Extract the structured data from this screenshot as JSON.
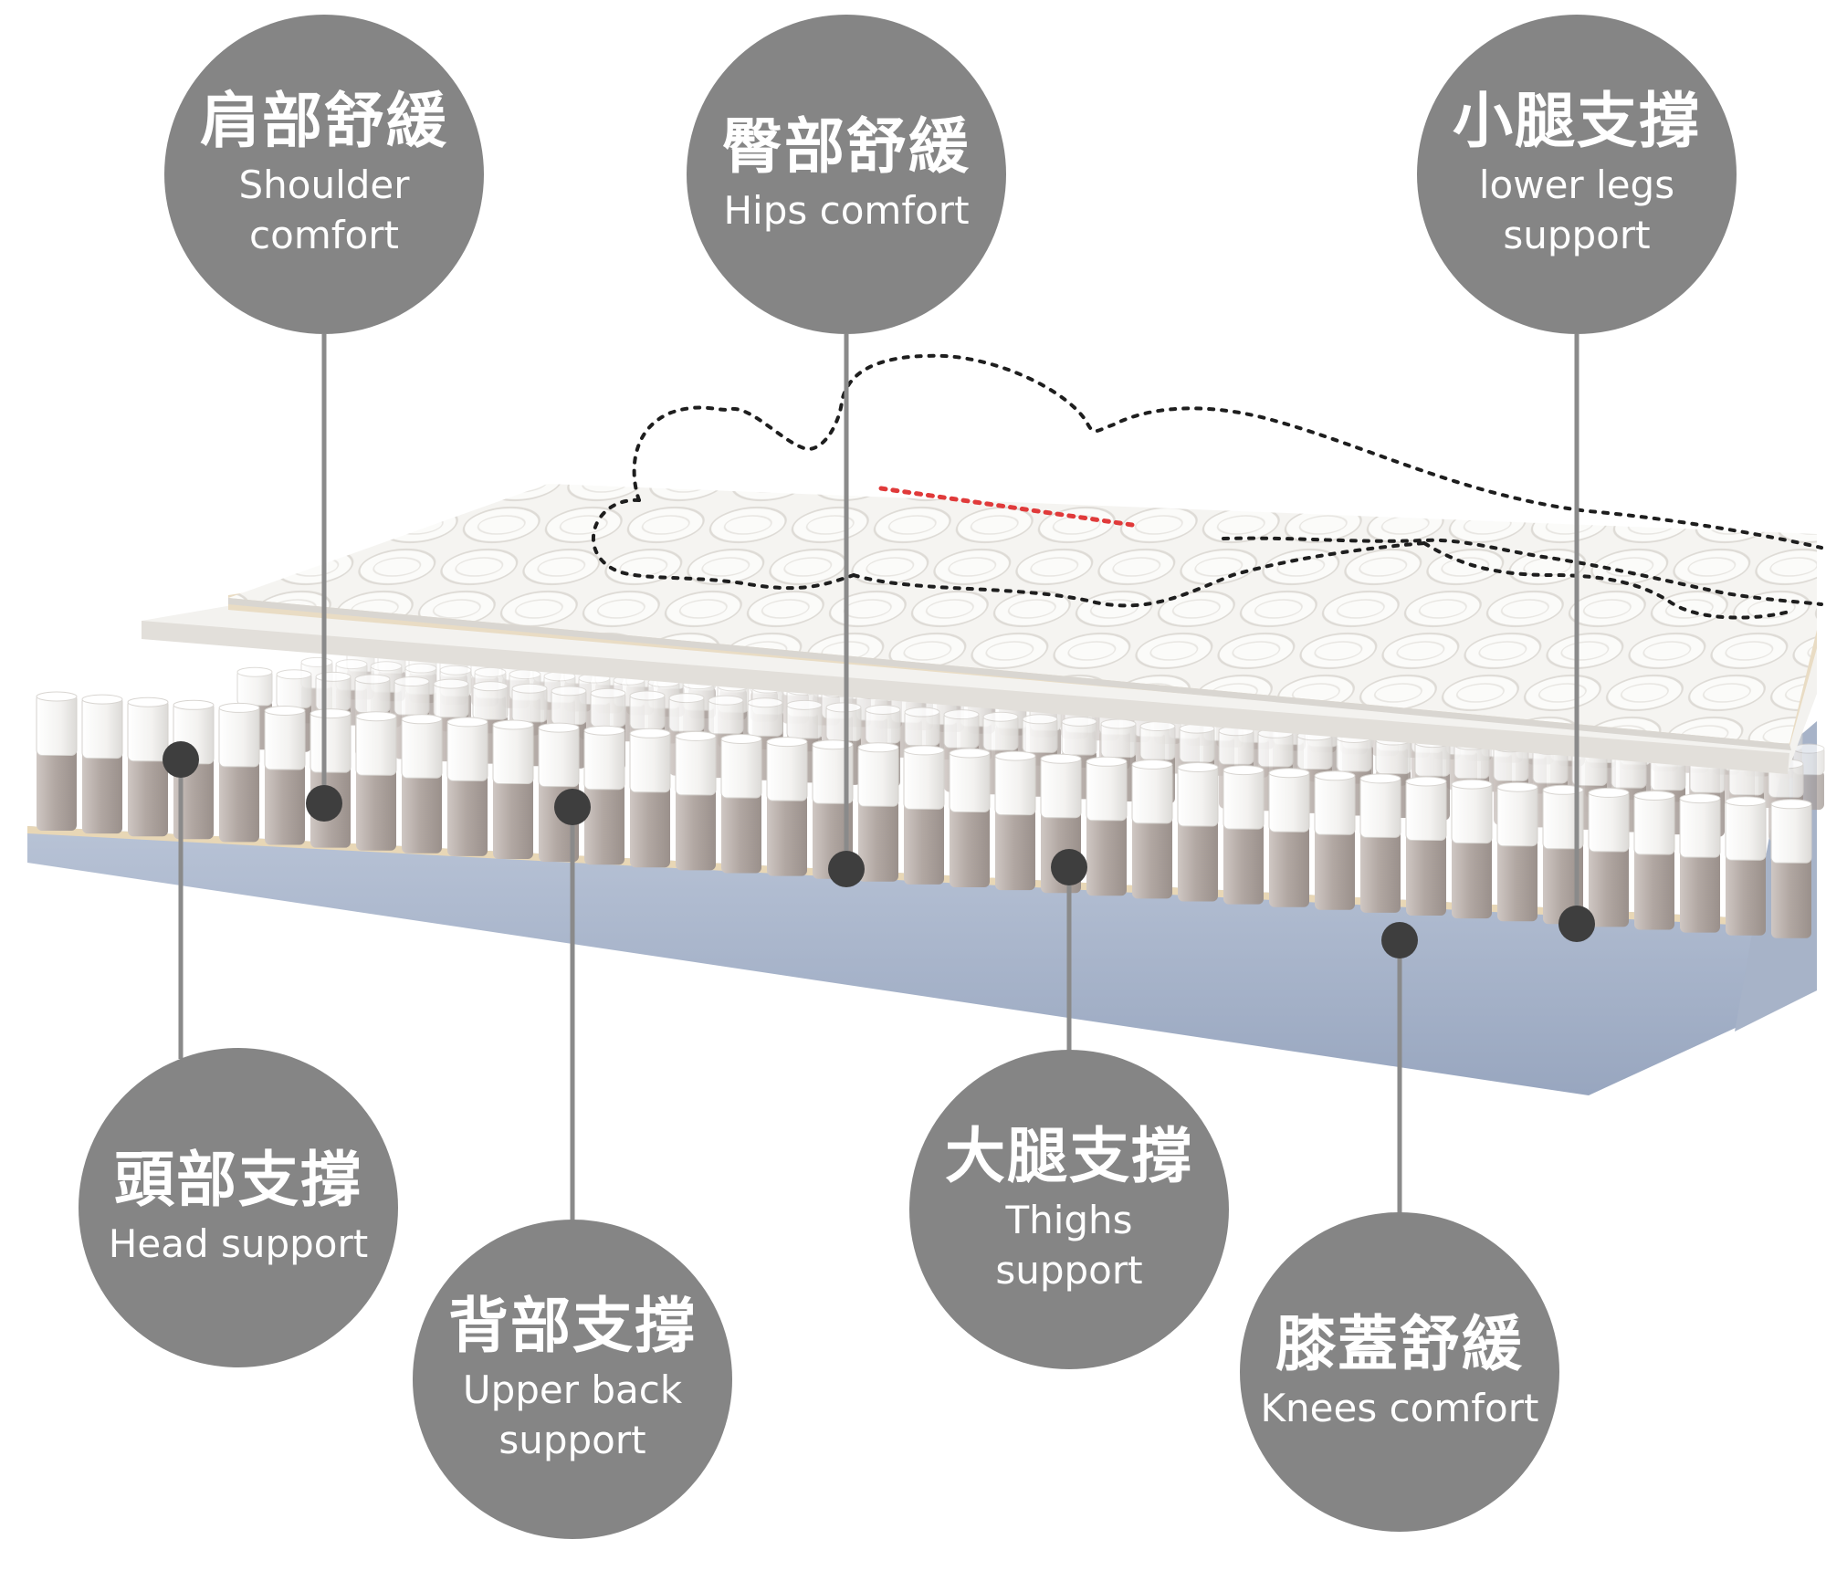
{
  "colors": {
    "circle": "#858585",
    "connector": "#8a8a8a",
    "marker": "#3e3e3e",
    "body_outline": "#1e1e1e",
    "red_dots": "#e03a3a",
    "base_fabric": "#aebbd1"
  },
  "zones": [
    {
      "id": "shoulder",
      "title": "肩部舒緩",
      "subtitle_lines": [
        "Shoulder",
        "comfort"
      ]
    },
    {
      "id": "hips",
      "title": "臀部舒緩",
      "subtitle_lines": [
        "Hips comfort"
      ]
    },
    {
      "id": "lowerlegs",
      "title": "小腿支撐",
      "subtitle_lines": [
        "lower legs",
        "support"
      ]
    },
    {
      "id": "head",
      "title": "頭部支撐",
      "subtitle_lines": [
        "Head support"
      ]
    },
    {
      "id": "upperback",
      "title": "背部支撐",
      "subtitle_lines": [
        "Upper back",
        "support"
      ]
    },
    {
      "id": "thighs",
      "title": "大腿支撐",
      "subtitle_lines": [
        "Thighs",
        "support"
      ]
    },
    {
      "id": "knees",
      "title": "膝蓋舒緩",
      "subtitle_lines": [
        "Knees comfort"
      ]
    }
  ]
}
